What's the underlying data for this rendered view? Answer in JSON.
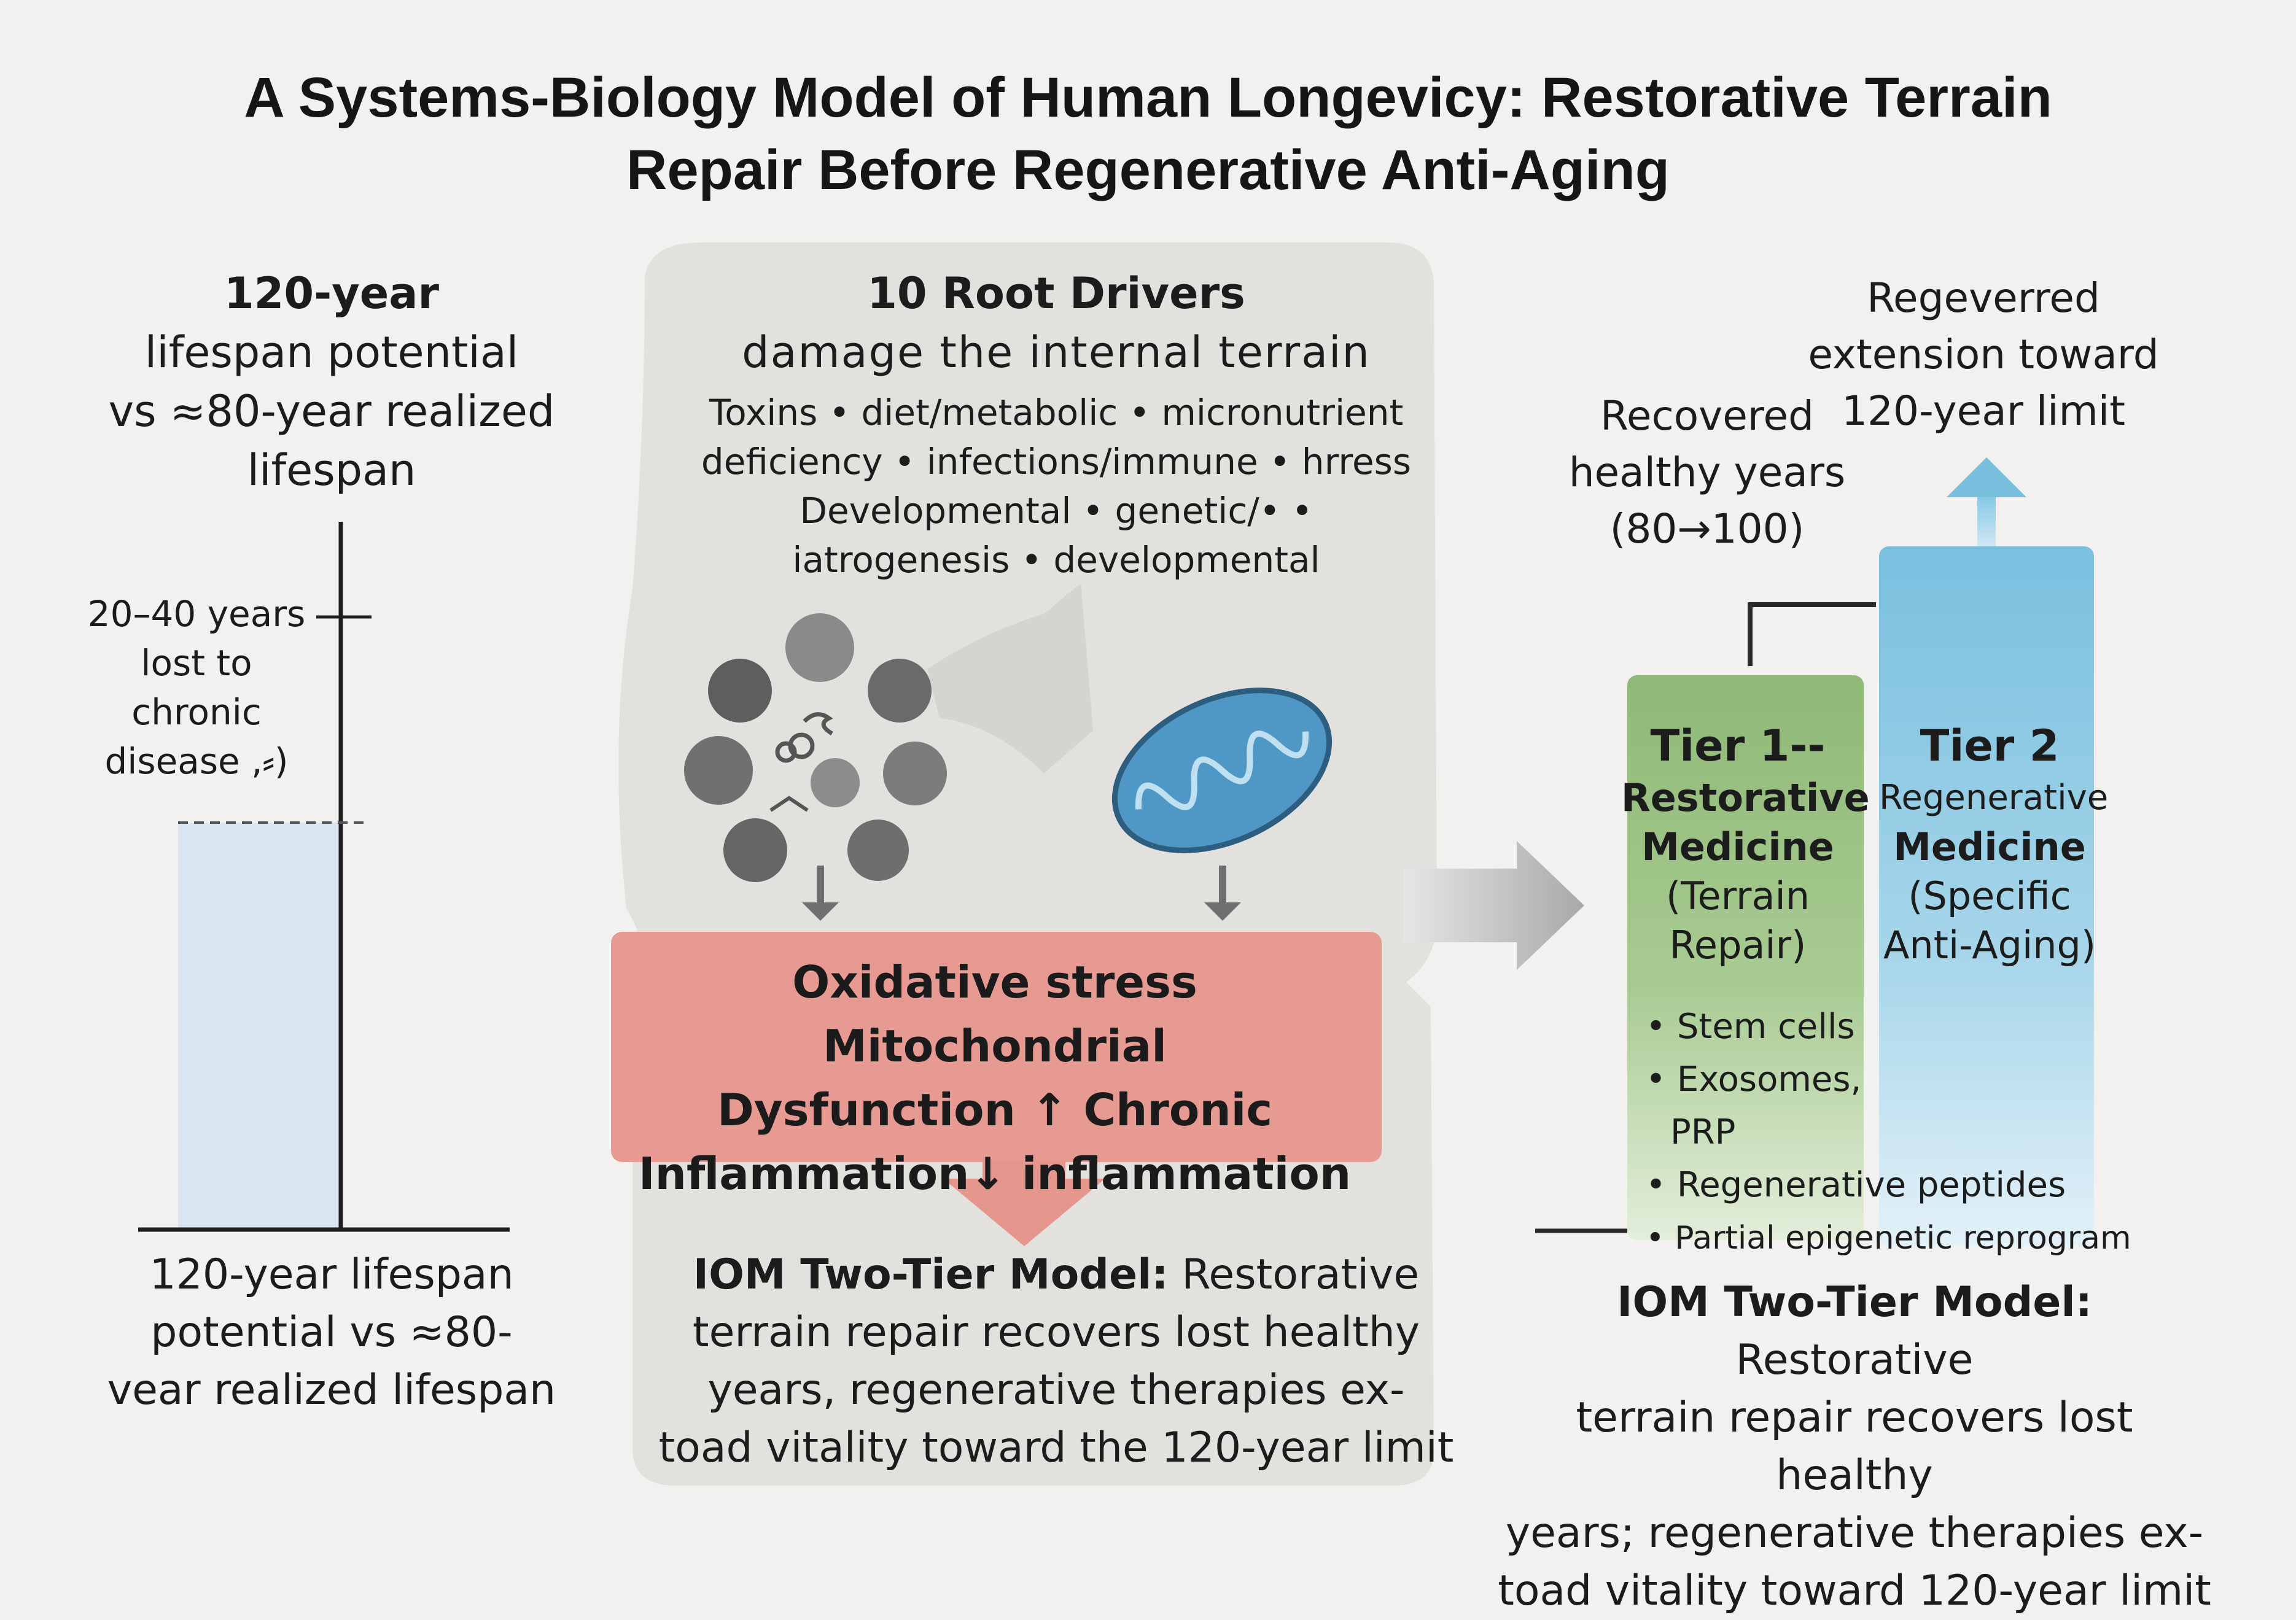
{
  "title": {
    "line1": "A Systems-Biology Model of Human Longevicy: Restorative Terrain",
    "line2": "Repair Before Regenerative Anti-Aging"
  },
  "left_panel": {
    "heading_bold": "120-year",
    "heading_lines": [
      "lifespan potential",
      "vs ≈80-year realized",
      "lifespan"
    ],
    "lost_lines": [
      "20–40 years",
      "lost to",
      "chronic",
      "disease ,⸗)"
    ],
    "footer_lines": [
      "120-year lifespan",
      "potential vs ≈80-",
      "vear realized lifespan"
    ]
  },
  "center_panel": {
    "heading": "10 Root Drivers",
    "subheading": "damage the internal terrain",
    "driver_lines": [
      "Toxins • diet/metabolic • micronutrient",
      "deficiency • infections/immune • hrress",
      "Developmental • genetic/•   •",
      "iatrogenesis • developmental"
    ],
    "red_box_lines": [
      "Oxidative stress  Mitochondrial",
      "Dysfunction ↑  Chronic",
      "Inflammation↓  inflammation"
    ],
    "footer_bold": "IOM Two-Tier Model:",
    "footer_rest_first": " Restorative",
    "footer_lines": [
      "terrain repair recovers lost healthy",
      "years, regenerative therapies ex-",
      "toad vitality toward the 120-year limit"
    ]
  },
  "right_panel": {
    "recovered_lines": [
      "Recovered",
      "healthy years",
      "(80→100)"
    ],
    "regev_lines": [
      "Regeverred",
      "extension toward",
      "120-year limit"
    ],
    "tier1": {
      "title": "Tier 1--",
      "name_lines": [
        "Restorative",
        "Medicine"
      ],
      "sub_lines": [
        "(Terrain",
        "Repair)"
      ]
    },
    "tier2": {
      "title": "Tier 2",
      "name_line1": "Regenerative",
      "name_line2": "Medicine",
      "sub_lines": [
        "(Specific",
        "Anti-Aging)"
      ]
    },
    "bullets": [
      "• Stem cells",
      "• Exosomes,",
      "PRP",
      "• Regenerative peptides",
      "• Partial epigenetic reprogram"
    ],
    "footer_bold": "IOM Two-Tier Model:",
    "footer_rest_first": " Restorative",
    "footer_lines": [
      "terrain repair recovers lost healthy",
      "years; regenerative therapies ex-",
      "toad vitality toward 120-year limit"
    ]
  },
  "colors": {
    "background": "#f2f1ef",
    "center_panel": "#e3e2df",
    "red_box": "#e79a92",
    "tier1_green": "#94bd7a",
    "tier2_blue": "#7ec2e0",
    "mito_blue": "#4f97c4",
    "bar_light_blue": "#d9e6f2"
  },
  "icons": [
    "microbe-icon",
    "mitochondrion-icon",
    "down-arrow-icon",
    "right-arrow-icon",
    "up-arrow-icon"
  ]
}
